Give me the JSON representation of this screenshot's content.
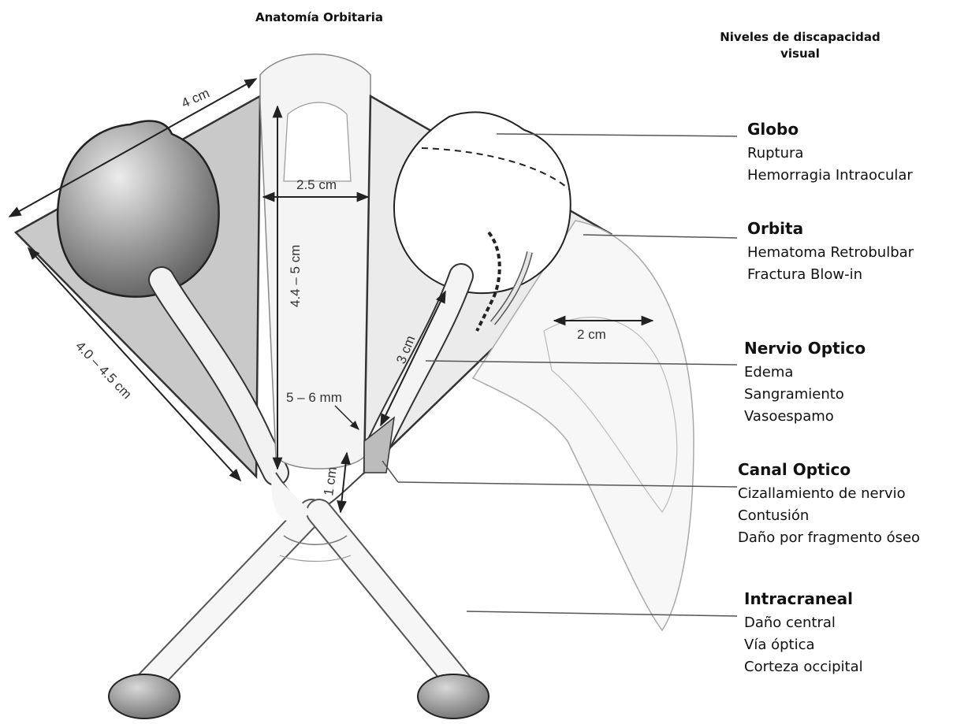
{
  "titles": {
    "main": "Anatomía Orbitaria",
    "levels": "Niveles de discapacidad visual"
  },
  "dimensions": {
    "orbit_width": "4 cm",
    "interorbital": "2.5 cm",
    "orbit_height": "4.4 – 5 cm",
    "orbit_depth": "4.0 – 4.5 cm",
    "canal_diameter": "5 – 6 mm",
    "canal_length": "1 cm",
    "nerve_length": "3 cm",
    "rim_width": "2 cm"
  },
  "levels": [
    {
      "name": "Globo",
      "items": [
        "Ruptura",
        "Hemorragia Intraocular"
      ]
    },
    {
      "name": "Orbita",
      "items": [
        "Hematoma Retrobulbar",
        "Fractura Blow-in"
      ]
    },
    {
      "name": "Nervio Optico",
      "items": [
        "Edema",
        "Sangramiento",
        "Vasoespamo"
      ]
    },
    {
      "name": "Canal Optico",
      "items": [
        "Cizallamiento de nervio",
        "Contusión",
        "Daño por fragmento óseo"
      ]
    },
    {
      "name": "Intracraneal",
      "items": [
        "Daño central",
        "Vía óptica",
        "Corteza occipital"
      ]
    }
  ]
}
